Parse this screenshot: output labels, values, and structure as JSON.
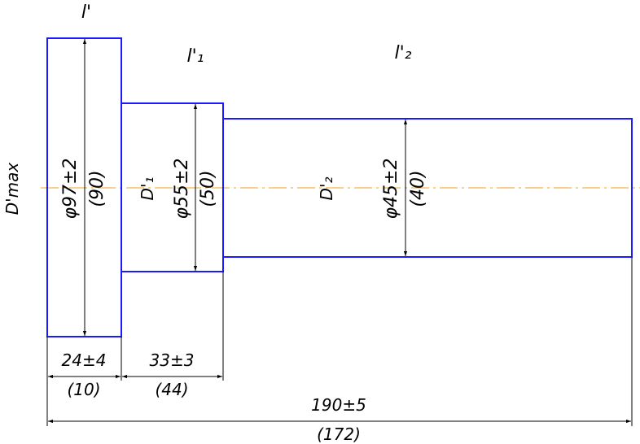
{
  "labels": {
    "l_prime": "l'",
    "l1_prime": "l'₁",
    "l2_prime": "l'₂",
    "d_max": "D'max",
    "d1": "D'₁",
    "d2": "D'₂"
  },
  "dimensions": {
    "dia_section_1": "φ97±2",
    "dia_section_1_ref": "(90)",
    "dia_section_2": "φ55±2",
    "dia_section_2_ref": "(50)",
    "dia_section_3": "φ45±2",
    "dia_section_3_ref": "(40)",
    "len_section_1": "24±4",
    "len_section_1_ref": "(10)",
    "len_section_2": "33±3",
    "len_section_2_ref": "(44)",
    "len_total": "190±5",
    "len_total_ref": "(172)"
  },
  "colors": {
    "outline": "#1a1aff",
    "axis": "#f0a020",
    "dimension": "#000000"
  }
}
